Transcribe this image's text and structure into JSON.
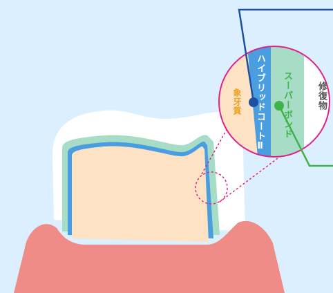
{
  "labels": {
    "restoration": "修復物",
    "super_bond": "スーパーボンド",
    "hybrid_coat": "ハイブリッドコートⅡ",
    "dentin": "象牙質"
  },
  "colors": {
    "background": "#dcefff",
    "gum": "#f08c88",
    "crown_white": "#ffffff",
    "green_layer": "#a7dcc6",
    "blue_layer": "#4a9ee0",
    "dentin": "#fde3c4",
    "magnifier_border": "#e0208c",
    "pointer_blue": "#1f4fa0",
    "pointer_green": "#3fb24a",
    "text_restoration": "#555555",
    "text_super_bond": "#3fb24a",
    "text_hybrid": "#ffffff",
    "text_dentin": "#f0a020"
  }
}
